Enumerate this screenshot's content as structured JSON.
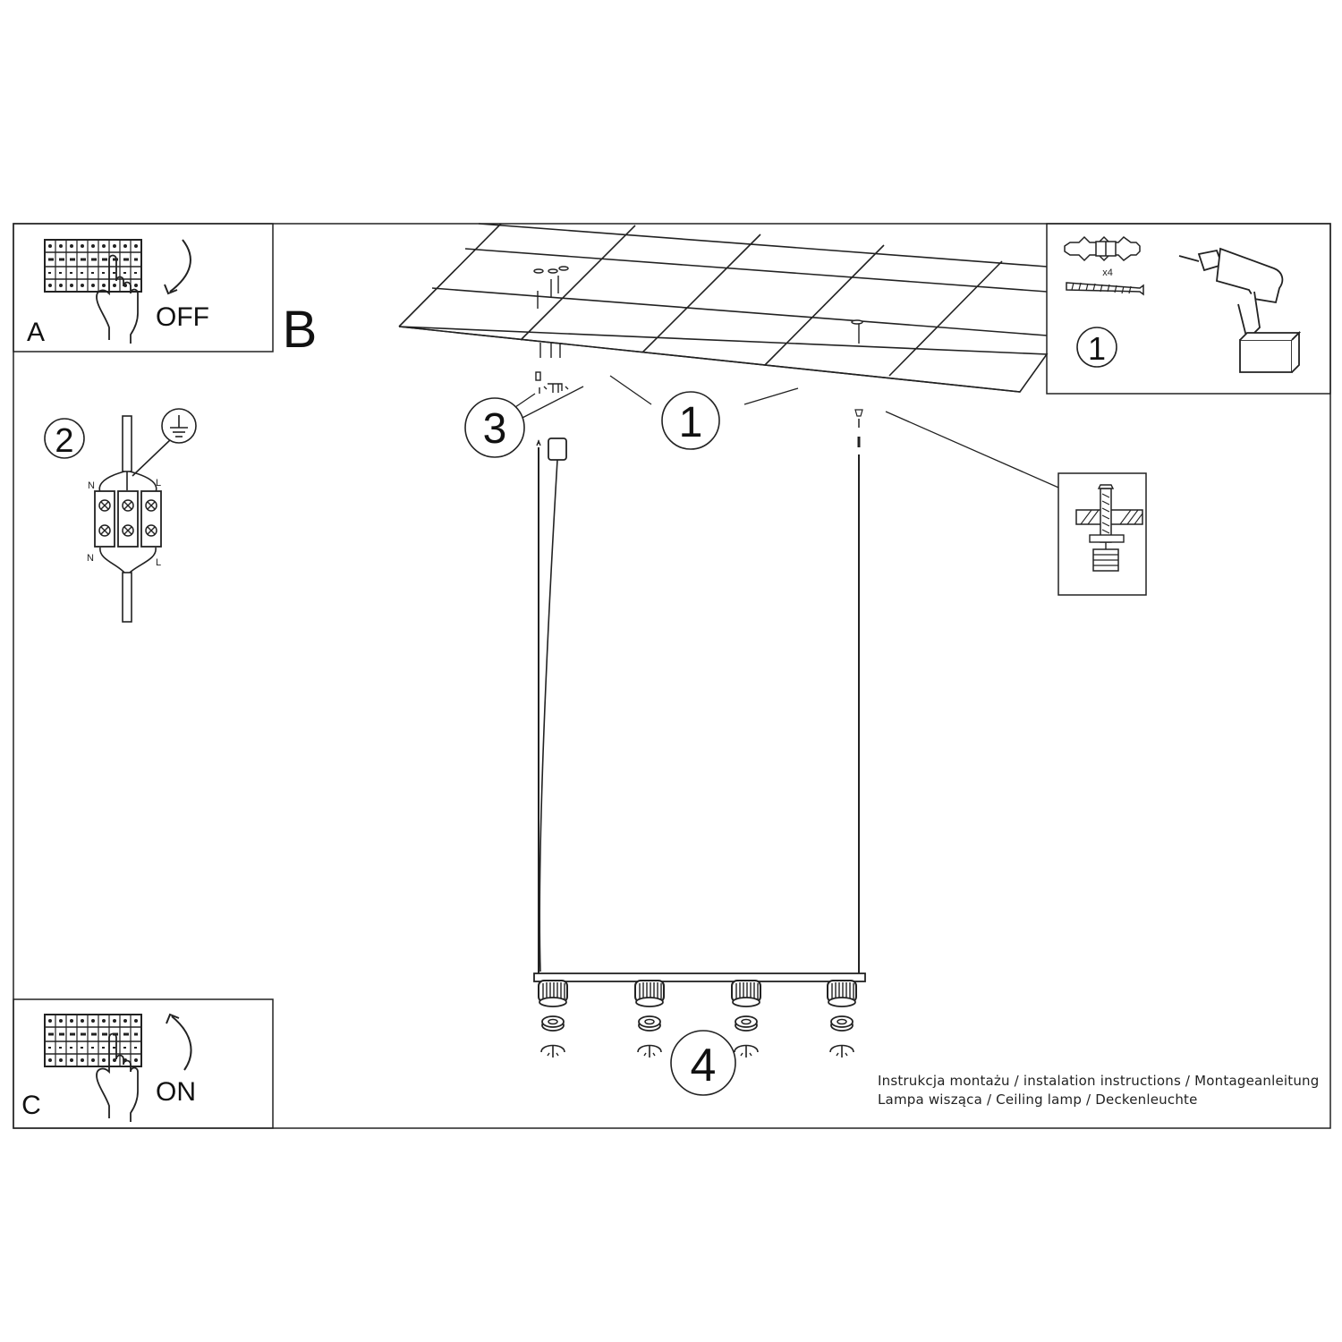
{
  "panels": {
    "A": {
      "letter": "A",
      "action": "OFF"
    },
    "B": {
      "letter": "B"
    },
    "C": {
      "letter": "C",
      "action": "ON"
    }
  },
  "steps": {
    "tools": "1",
    "drill_point": "1",
    "wiring": "2",
    "canopy": "3",
    "bulbs": "4"
  },
  "wiring": {
    "n_top": "N",
    "l_top": "L",
    "n_bottom": "N",
    "l_bottom": "L"
  },
  "tools": {
    "anchor_count": "x4"
  },
  "footer": {
    "line1": "Instrukcja montażu / instalation instructions / Montageanleitung",
    "line2": "Lampa wisząca / Ceiling lamp / Deckenleuchte"
  }
}
